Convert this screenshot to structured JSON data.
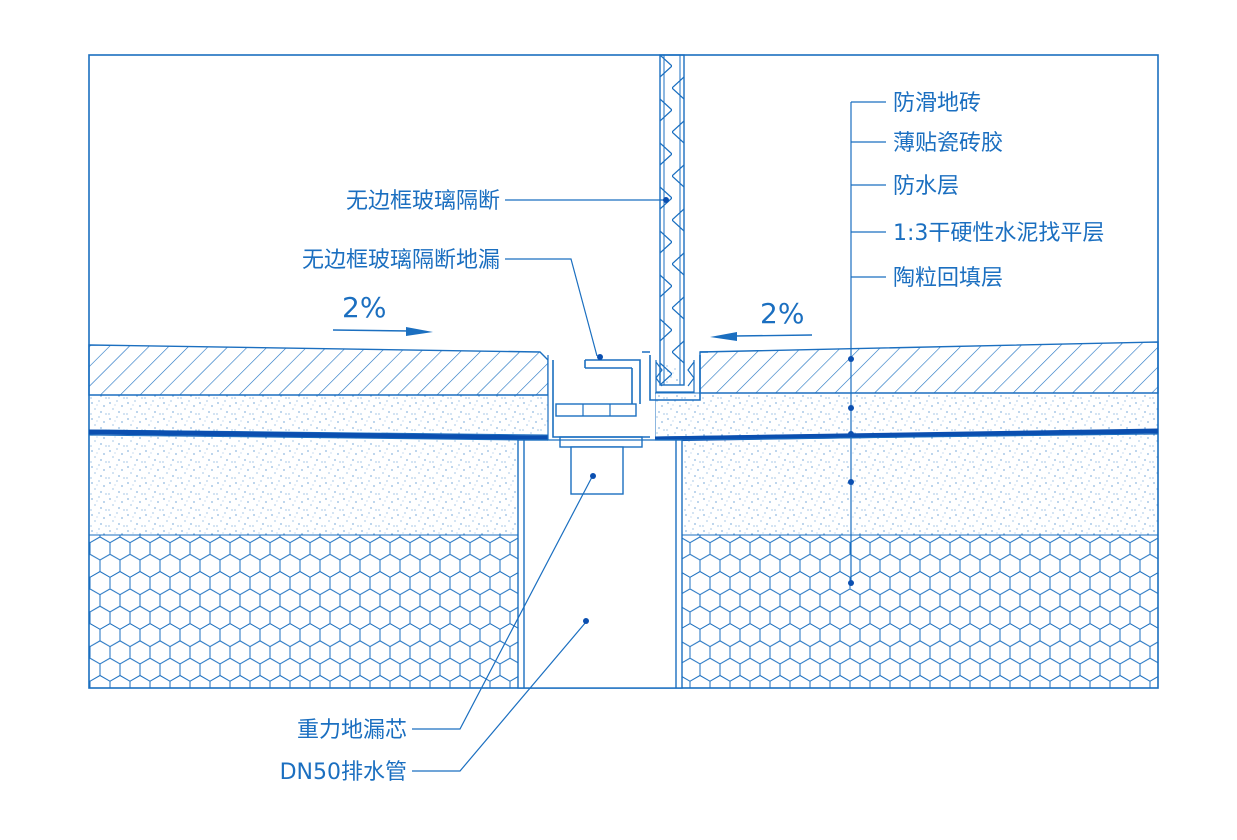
{
  "diagram": {
    "colors": {
      "line": "#1b6fc0",
      "membrane": "#0b4fb0",
      "background": "#ffffff"
    },
    "slope_left": "2%",
    "slope_right": "2%",
    "labels": {
      "glass_partition": "无边框玻璃隔断",
      "partition_drain": "无边框玻璃隔断地漏",
      "drain_core": "重力地漏芯",
      "drain_pipe": "DN50排水管"
    },
    "layers": [
      "防滑地砖",
      "薄贴瓷砖胶",
      "防水层",
      "1:3干硬性水泥找平层",
      "陶粒回填层"
    ]
  }
}
